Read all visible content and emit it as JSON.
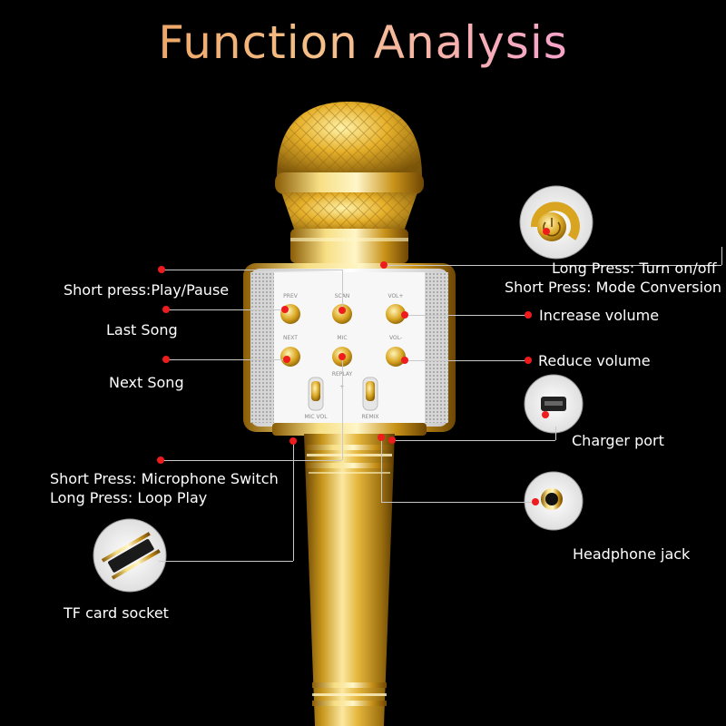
{
  "title": "Function Analysis",
  "labels": {
    "play_pause": "Short press:Play/Pause",
    "last_song": "Last Song",
    "next_song": "Next Song",
    "mic_switch_1": "Short Press: Microphone Switch",
    "mic_switch_2": "Long Press: Loop Play",
    "tf_card": "TF card socket",
    "power_1": "Long Press: Turn on/off",
    "power_2": "Short Press: Mode Conversion",
    "vol_up": "Increase volume",
    "vol_down": "Reduce volume",
    "charger": "Charger port",
    "headphone": "Headphone jack"
  },
  "panel_text": {
    "prev": "PREV",
    "scan": "SCAN",
    "vol_plus": "VOL+",
    "next": "NEXT",
    "mic": "MIC",
    "vol_minus": "VOL-",
    "replay": "REPLAY",
    "plus": "+",
    "mic_vol": "MIC VOL",
    "remix": "REMIX"
  },
  "colors": {
    "background": "#000000",
    "gold": "#d9a520",
    "callout_dot": "#ee1c1c",
    "leader_line": "#c9c9c9"
  }
}
